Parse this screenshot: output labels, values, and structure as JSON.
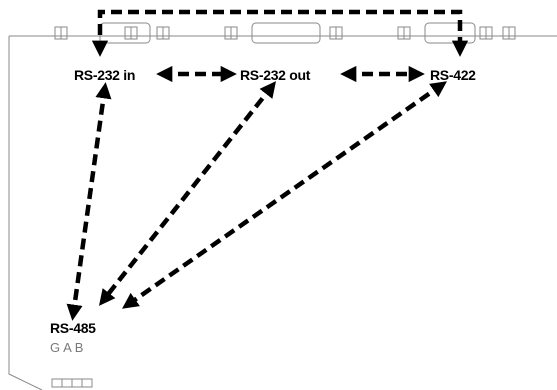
{
  "ports": {
    "rs232_in": "RS-232 in",
    "rs232_out": "RS-232 out",
    "rs422": "RS-422",
    "rs485": "RS-485",
    "rs485_pins": "GAB"
  },
  "colors": {
    "arrow": "#000000",
    "outline": "#8a8a8a",
    "pin_text": "#7a7a7a"
  },
  "connections": [
    {
      "from": "rs232_in",
      "to": "rs232_out",
      "style": "dashed",
      "direction": "both"
    },
    {
      "from": "rs232_out",
      "to": "rs422",
      "style": "dashed",
      "direction": "both"
    },
    {
      "from": "rs232_in",
      "to": "rs422",
      "style": "dashed",
      "direction": "both",
      "route": "over-top"
    },
    {
      "from": "rs232_in",
      "to": "rs485",
      "style": "dashed",
      "direction": "both"
    },
    {
      "from": "rs232_out",
      "to": "rs485",
      "style": "dashed",
      "direction": "both"
    },
    {
      "from": "rs422",
      "to": "rs485",
      "style": "dashed",
      "direction": "both"
    }
  ]
}
